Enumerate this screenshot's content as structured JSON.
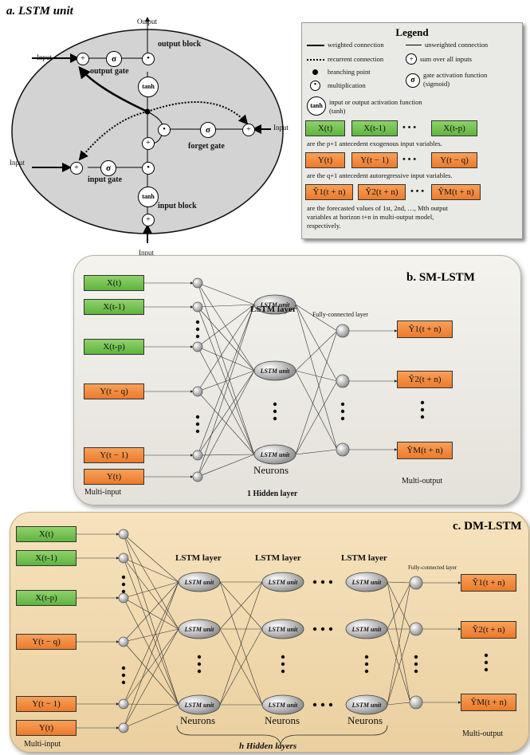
{
  "panel_a": {
    "title": "a. LSTM unit",
    "output": "Output",
    "input_top": "Input",
    "input_right": "Input",
    "input_left": "Input",
    "input_bottom": "Input",
    "output_block": "output block",
    "output_gate": "output gate",
    "forget_gate": "forget gate",
    "input_gate": "input gate",
    "input_block": "input block",
    "sigma": "σ",
    "tanh": "tanh",
    "plus": "+",
    "dot": "•"
  },
  "legend": {
    "title": "Legend",
    "weighted": "weighted connection",
    "unweighted": "unweighted connection",
    "recurrent": "recurrent connection",
    "sum": "sum over all inputs",
    "branch": "branching point",
    "mult": "multiplication",
    "gate_fn": "gate activation function",
    "gate_fn2": "(sigmoid)",
    "io_fn": "input or output activation function",
    "io_fn2": "(tanh)",
    "x_boxes": [
      "X(t)",
      "X(t-1)",
      "X(t-p)"
    ],
    "x_desc": "are the p+1 antecedent exogenous input variables.",
    "y_boxes": [
      "Y(t)",
      "Y(t − 1)",
      "Y(t − q)"
    ],
    "y_desc": "are the q+1 antecedent autoregressive input variables.",
    "yhat_boxes": [
      "Ŷ1(t + n)",
      "Ŷ2(t + n)",
      "ŶM(t + n)"
    ],
    "yhat_desc1": "are the forecasted values of 1st, 2nd, …, Mth output",
    "yhat_desc2": "variables at horizon t+n in multi-output model,",
    "yhat_desc3": "respectively.",
    "dots": "• • •"
  },
  "panel_b": {
    "title": "b. SM-LSTM",
    "inputs": [
      "X(t)",
      "X(t-1)",
      "X(t-p)",
      "Y(t − q)",
      "Y(t − 1)",
      "Y(t)"
    ],
    "outputs": [
      "Ŷ1(t + n)",
      "Ŷ2(t + n)",
      "ŶM(t + n)"
    ],
    "lstm_layer": "LSTM layer",
    "fc_layer": "Fully-connected layer",
    "unit": "LSTM unit",
    "neurons": "Neurons",
    "hidden": "1 Hidden layer",
    "multi_input": "Multi-input",
    "multi_output": "Multi-output"
  },
  "panel_c": {
    "title": "c. DM-LSTM",
    "inputs": [
      "X(t)",
      "X(t-1)",
      "X(t-p)",
      "Y(t − q)",
      "Y(t − 1)",
      "Y(t)"
    ],
    "outputs": [
      "Ŷ1(t + n)",
      "Ŷ2(t + n)",
      "ŶM(t + n)"
    ],
    "lstm_layer": "LSTM layer",
    "fc_layer": "Fully-connected layer",
    "unit": "LSTM unit",
    "neurons": "Neurons",
    "hidden": "h Hidden layers",
    "multi_input": "Multi-input",
    "multi_output": "Multi-output"
  }
}
